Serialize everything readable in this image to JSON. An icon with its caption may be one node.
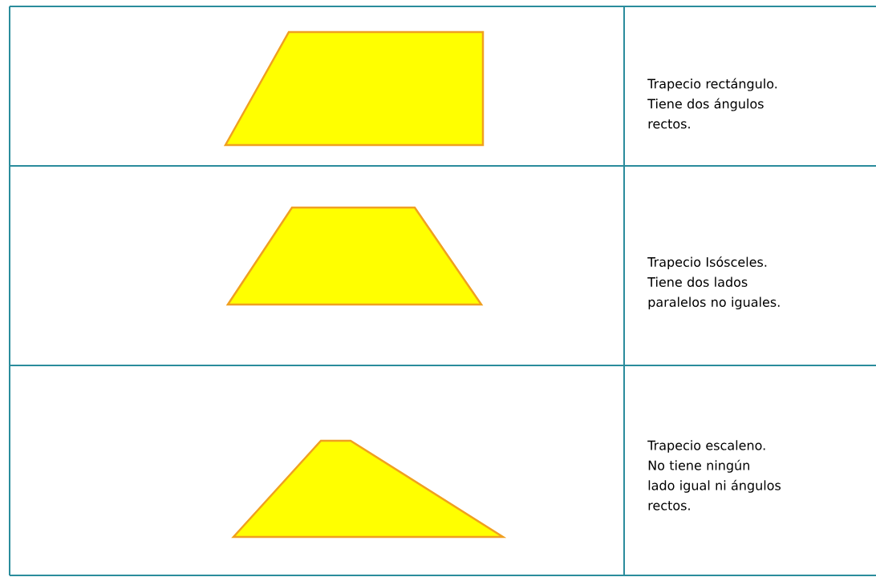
{
  "diagram": {
    "labels": [
      "Trapecio rectángulo. Tiene dos ángulos rectos.",
      "Trapecio Isósceles. Tiene dos lados paralelos no iguales.",
      "Trapecio escaleno. No tiene ningún lado igual ni ángulos rectos."
    ]
  }
}
